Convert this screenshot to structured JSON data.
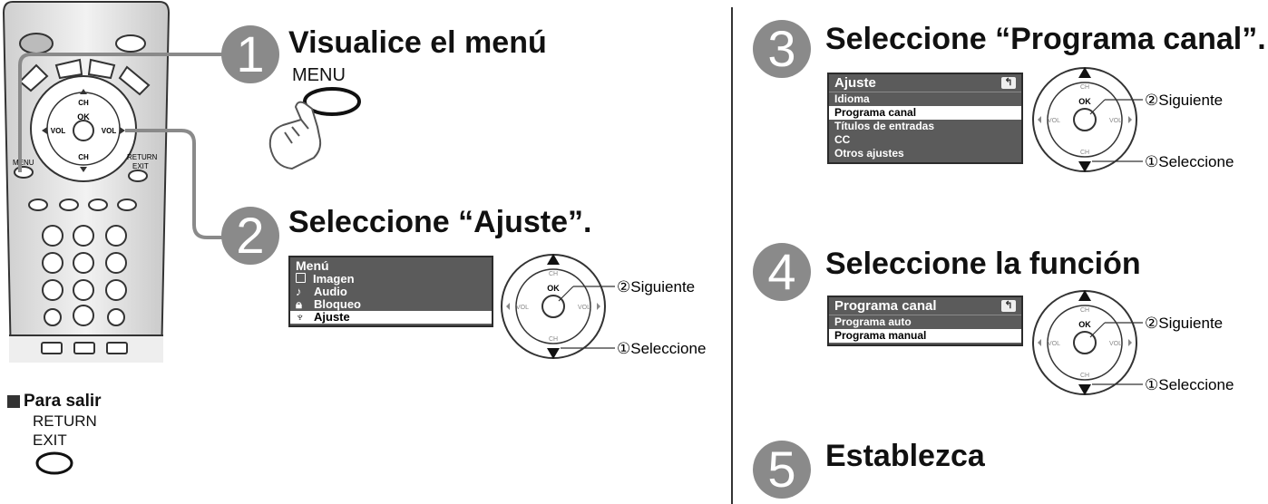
{
  "remote": {
    "ch_label": "CH",
    "ok_label": "OK",
    "vol_label": "VOL",
    "menu_label": "MENU",
    "return_label": "RETURN",
    "exit_label": "EXIT"
  },
  "exit_section": {
    "title": "Para salir",
    "button_line1": "RETURN",
    "button_line2": "EXIT"
  },
  "steps": [
    {
      "number": "1",
      "title": "Visualice el menú",
      "button_label": "MENU"
    },
    {
      "number": "2",
      "title": "Seleccione “Ajuste”.",
      "menu": {
        "header": "Menú",
        "items": [
          {
            "icon": "square-icon",
            "label": "Imagen"
          },
          {
            "icon": "note-icon",
            "label": "Audio"
          },
          {
            "icon": "lock-icon",
            "label": "Bloqueo"
          },
          {
            "icon": "tools-icon",
            "label": "Ajuste"
          }
        ],
        "selected_index": 3
      }
    },
    {
      "number": "3",
      "title": "Seleccione “Programa canal”.",
      "menu": {
        "header": "Ajuste",
        "items": [
          "Idioma",
          "Programa canal",
          "Títulos de entradas",
          "CC",
          "Otros ajustes"
        ],
        "selected_index": 1
      }
    },
    {
      "number": "4",
      "title": "Seleccione la función",
      "menu": {
        "header": "Programa canal",
        "items": [
          "Programa auto",
          "Programa manual"
        ],
        "selected_index": 1
      }
    },
    {
      "number": "5",
      "title": "Establezca"
    }
  ],
  "dpad": {
    "ch": "CH",
    "ok": "OK",
    "vol": "VOL",
    "next_label": "②Siguiente",
    "select_label": "①Seleccione"
  },
  "colors": {
    "step_circle": "#8a8a8a",
    "menu_bg": "#5b5b5b",
    "remote_body": "#e6e6e6"
  }
}
